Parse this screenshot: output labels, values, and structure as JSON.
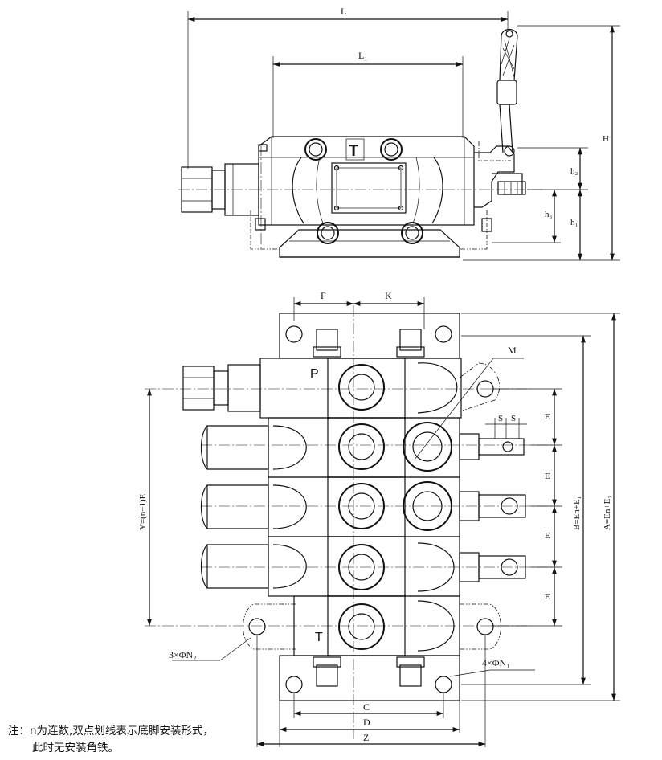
{
  "top_view": {
    "dim_L": "L",
    "dim_L1": "L₁",
    "dim_H": "H",
    "dim_h1": "h₁",
    "dim_h2": "h₂",
    "dim_h3": "h₃",
    "port_mark": "T"
  },
  "plan_view": {
    "dim_F": "F",
    "dim_K": "K",
    "dim_M": "M",
    "dim_S": "S",
    "dim_E": "E",
    "dim_Y": "Y=(n+1)E",
    "dim_B": "B=En+E₁",
    "dim_A": "A=En+E₂",
    "dim_C": "C",
    "dim_D": "D",
    "dim_Z": "Z",
    "port_P": "P",
    "port_T": "T",
    "hole_N2": "3×ΦN₂",
    "hole_N1": "4×ΦN₁"
  },
  "note": {
    "line1": "注：n为连数,双点划线表示底脚安装形式，",
    "line2": "此时无安装角铁。"
  }
}
